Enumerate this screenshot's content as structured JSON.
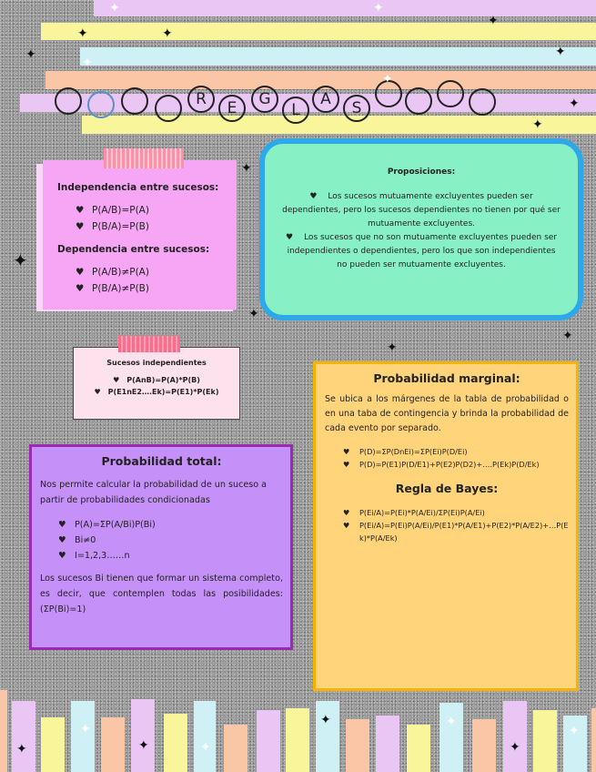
{
  "title": {
    "letters": [
      "R",
      "E",
      "G",
      "L",
      "A",
      "S"
    ]
  },
  "independence": {
    "heading1": "Independencia entre sucesos:",
    "items1": [
      "P(A/B)=P(A)",
      "P(B/A)=P(B)"
    ],
    "heading2": "Dependencia entre sucesos:",
    "items2": [
      "P(A/B)≠P(A)",
      "P(B/A)≠P(B)"
    ]
  },
  "propositions": {
    "heading": "Proposiciones:",
    "items": [
      "Los sucesos mutuamente excluyentes pueden ser dependientes, pero los sucesos dependientes no tienen por qué ser mutuamente excluyentes.",
      "Los sucesos que no son mutuamente excluyentes pueden ser independientes o dependientes, pero los que son independientes no pueden ser mutuamente excluyentes."
    ]
  },
  "independent_events": {
    "heading": "Sucesos independientes",
    "items": [
      "P(AnB)=P(A)*P(B)",
      "P(E1nE2….Ek)=P(E1)*P(Ek)"
    ]
  },
  "marginal": {
    "heading": "Probabilidad marginal:",
    "text": "Se ubica a los márgenes de la tabla de probabilidad o en una taba de contingencia y brinda la probabilidad de cada evento por separado.",
    "items": [
      "P(D)=ΣP(DnEi)=ΣP(Ei)P(D/Ei)",
      "P(D)=P(E1)P(D/E1)+P(E2)P(D2)+….P(Ek)P(D/Ek)"
    ],
    "bayes_heading": "Regla de Bayes:",
    "bayes_items": [
      "P(Ei/A)=P(Ei)*P(A/Ei)/ΣP(Ei)P(A/Ei)",
      "P(Ei/A)=P(Ei)P(A/Ei)/P(E1)*P(A/E1)+P(E2)*P(A/E2)+…P(Ek)*P(A/Ek)"
    ]
  },
  "total": {
    "heading": "Probabilidad total:",
    "text": "Nos permite calcular la probabilidad de un suceso a partir de probabilidades condicionadas",
    "items": [
      "P(A)=ΣP(A/Bi)P(Bi)",
      "Bi≠0",
      "I=1,2,3……n"
    ],
    "text2": "Los sucesos Bi tienen que formar un sistema completo, es decir, que contemplen todas las posibilidades: (ΣP(Bi)=1)"
  },
  "bullet_glyph": "♥",
  "colors": {
    "pink": "#f6a6f4",
    "mint": "#87f0c4",
    "mint_border": "#2ea8e8",
    "orange": "#ffd47a",
    "orange_border": "#f5b400",
    "purple": "#c590f7",
    "purple_border": "#9a2bb0",
    "light_pink": "#fde1ec"
  }
}
